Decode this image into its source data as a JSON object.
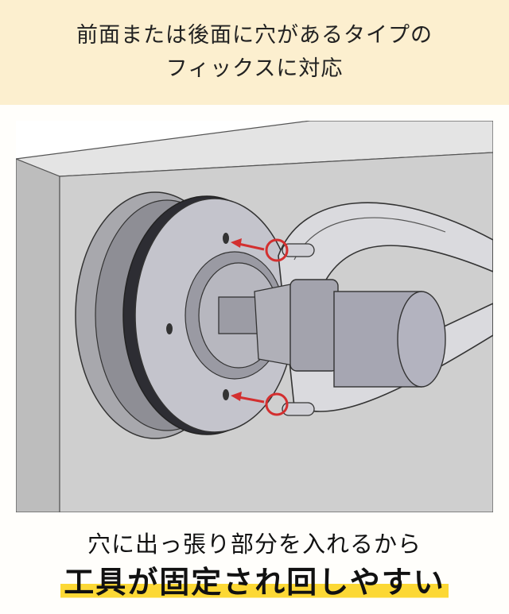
{
  "header": {
    "line1": "前面または後面に穴があるタイプの",
    "line2": "フィックスに対応"
  },
  "illustration": {
    "subject": "wrench-engaging-fix-holes",
    "marker_color": "#d32f2f"
  },
  "caption": {
    "line1": "穴に出っ張り部分を入れるから",
    "line2": "工具が固定され回しやすい",
    "highlight_color": "#fcd835"
  }
}
